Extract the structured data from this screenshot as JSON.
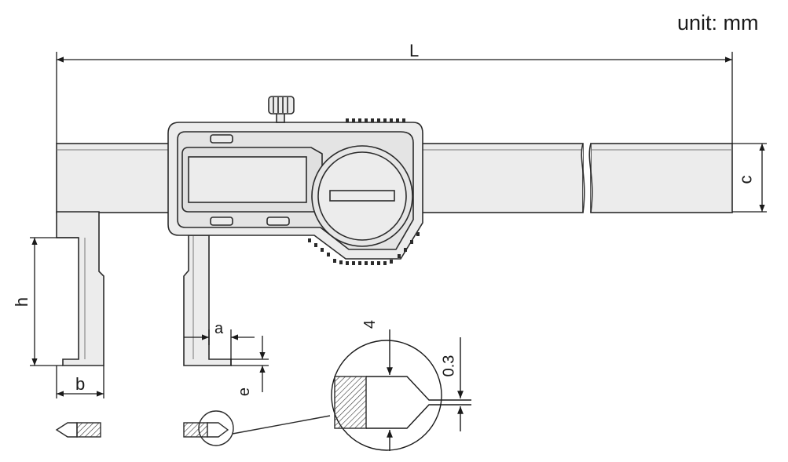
{
  "unit_label": "unit: mm",
  "dimensions": {
    "L": "L",
    "c": "c",
    "h": "h",
    "a": "a",
    "b": "b",
    "e": "e",
    "tip_width": "4",
    "tip_flat": "0.3"
  },
  "colors": {
    "outline": "#2b2b2b",
    "body_fill": "#ececec",
    "dim_line": "#1a1a1a",
    "hatch": "#333333"
  }
}
